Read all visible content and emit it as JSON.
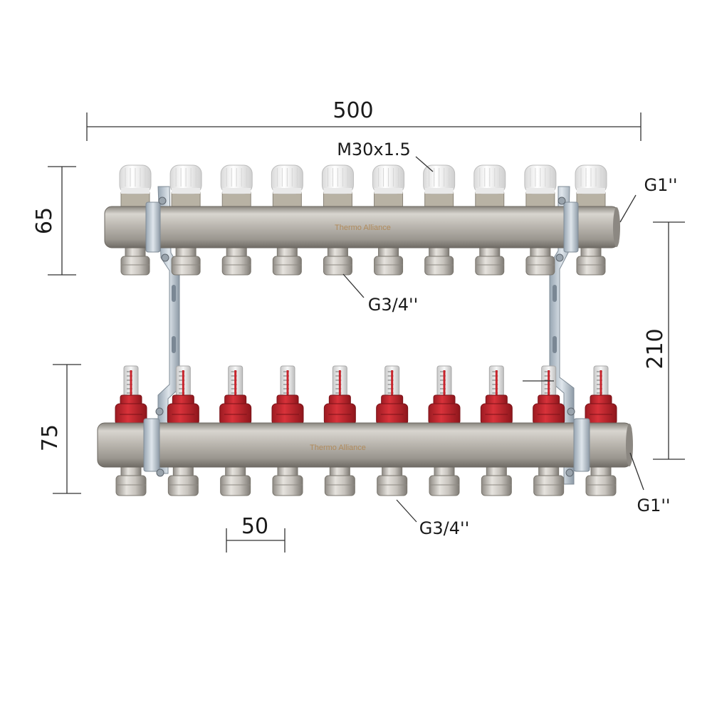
{
  "dimensions": {
    "overall_width": "500",
    "top_height": "65",
    "bottom_height": "75",
    "bar_spacing": "210",
    "outlet_pitch": "50"
  },
  "thread_labels": {
    "valve_thread": "M30x1.5",
    "top_inlet": "G1''",
    "top_outlet": "G3/4''",
    "bottom_inlet": "G1''",
    "bottom_outlet": "G3/4''"
  },
  "brand": {
    "top": "Thermo Alliance",
    "bottom": "Thermo Alliance"
  },
  "outlets_per_bar": 10,
  "colors": {
    "steel": "#b9b5ae",
    "steel_dark": "#7d7972",
    "red_cap": "#c8242c",
    "white_cap": "#f2f2f2",
    "bracket": "#b8c4cf",
    "dimension_line": "#333333"
  }
}
